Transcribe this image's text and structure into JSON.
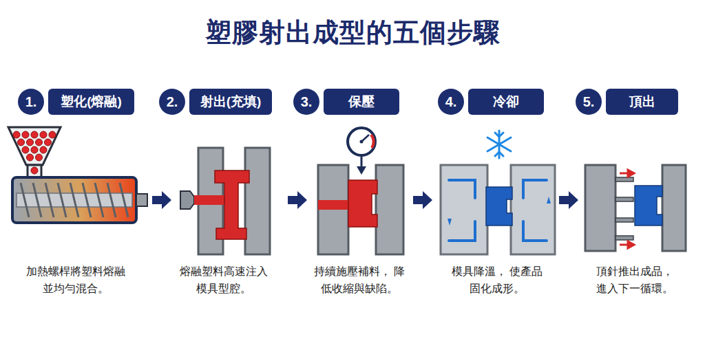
{
  "diagram": {
    "title": "塑膠射出成型的五個步驟",
    "nodes": [
      {
        "text": [
          "1."
        ]
      },
      {
        "text": [
          "塑化(熔融)"
        ]
      },
      {
        "text": [
          "2."
        ]
      },
      {
        "text": [
          "射出(充填)"
        ]
      },
      {
        "text": [
          "3."
        ]
      },
      {
        "text": [
          "保壓"
        ]
      },
      {
        "text": [
          "4."
        ]
      },
      {
        "text": [
          "冷卻"
        ]
      },
      {
        "text": [
          "5."
        ]
      },
      {
        "text": [
          "頂出"
        ]
      }
    ],
    "labels": [
      "加熱螺桿將塑料熔融 並均勻混合。",
      "熔融塑料高速注入 模具型腔。",
      "持續施壓補料， 降低收縮與缺陷。",
      "模具降溫， 使產品固化成形。",
      "頂針推出成品， 進入下一循環。"
    ]
  }
}
